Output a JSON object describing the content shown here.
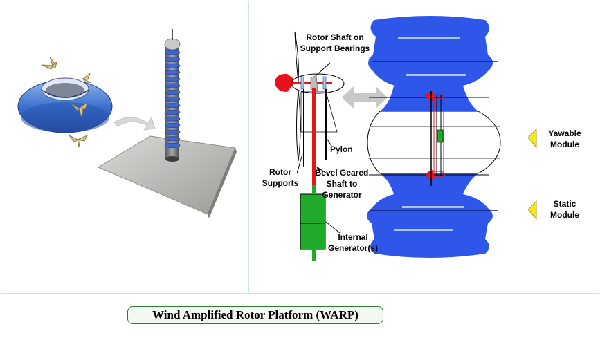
{
  "caption": "Wind Amplified Rotor Platform (WARP)",
  "labels": {
    "rotor_shaft_line1": "Rotor Shaft on",
    "rotor_shaft_line2": "Support Bearings",
    "pylon": "Pylon",
    "rotor_supports_line1": "Rotor",
    "rotor_supports_line2": "Supports",
    "bevel_line1": "Bevel Geared",
    "bevel_line2": "Shaft to",
    "bevel_line3": "Generator",
    "internal_gen_line1": "Internal",
    "internal_gen_line2": "Generator(s)",
    "yawable_line1": "Yawable",
    "yawable_line2": "Module",
    "static_line1": "Static",
    "static_line2": "Module"
  },
  "colors": {
    "module_blue": "#2e56e8",
    "stripe": "#a9c4f0",
    "hub_red": "#e8101a",
    "shaft_red": "#e4161c",
    "generator_green": "#1faa2a",
    "arrow_gray": "#c8c8c8",
    "indicator_yellow": "#f2ea10",
    "panel_border": "#cfe3ee"
  },
  "icons": [
    "bidirectional-arrow-icon",
    "triangle-pointer-icon"
  ]
}
